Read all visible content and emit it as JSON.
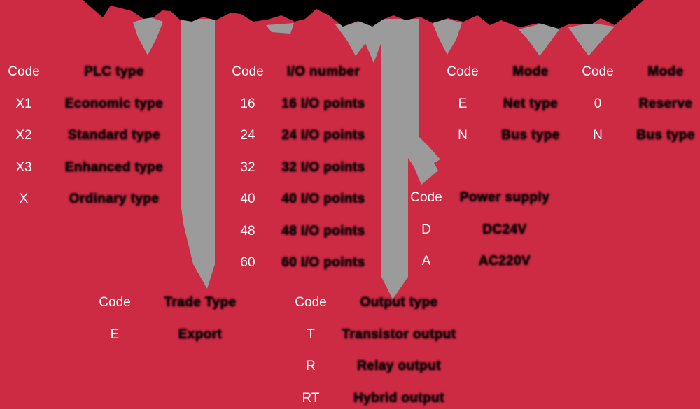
{
  "colors": {
    "background": "#CD2A44",
    "arrow_gray": "#9B9B9B",
    "code_text": "#FFFFFF",
    "label_text": "#000000"
  },
  "tables": [
    {
      "title": "PLC type",
      "code_header": "Code",
      "rows": [
        {
          "code": "X1",
          "label": "Economic type"
        },
        {
          "code": "X2",
          "label": "Standard type"
        },
        {
          "code": "X3",
          "label": "Enhanced type"
        },
        {
          "code": "X",
          "label": "Ordinary type"
        }
      ]
    },
    {
      "title": "I/O number",
      "code_header": "Code",
      "rows": [
        {
          "code": "16",
          "label": "16 I/O points"
        },
        {
          "code": "24",
          "label": "24 I/O points"
        },
        {
          "code": "32",
          "label": "32 I/O points"
        },
        {
          "code": "40",
          "label": "40 I/O points"
        },
        {
          "code": "48",
          "label": "48 I/O points"
        },
        {
          "code": "60",
          "label": "60 I/O points"
        }
      ]
    },
    {
      "title": "Mode",
      "code_header": "Code",
      "rows": [
        {
          "code": "E",
          "label": "Net type"
        },
        {
          "code": "N",
          "label": "Bus type"
        }
      ]
    },
    {
      "title": "Mode",
      "code_header": "Code",
      "rows": [
        {
          "code": "0",
          "label": "Reserve"
        },
        {
          "code": "N",
          "label": "Bus type"
        }
      ]
    },
    {
      "title": "Power supply",
      "code_header": "Code",
      "rows": [
        {
          "code": "D",
          "label": "DC24V"
        },
        {
          "code": "A",
          "label": "AC220V"
        }
      ]
    },
    {
      "title": "Trade Type",
      "code_header": "Code",
      "rows": [
        {
          "code": "E",
          "label": "Export"
        }
      ]
    },
    {
      "title": "Output type",
      "code_header": "Code",
      "rows": [
        {
          "code": "T",
          "label": "Transistor output"
        },
        {
          "code": "R",
          "label": "Relay output"
        },
        {
          "code": "RT",
          "label": "Hybrid output"
        }
      ]
    }
  ]
}
